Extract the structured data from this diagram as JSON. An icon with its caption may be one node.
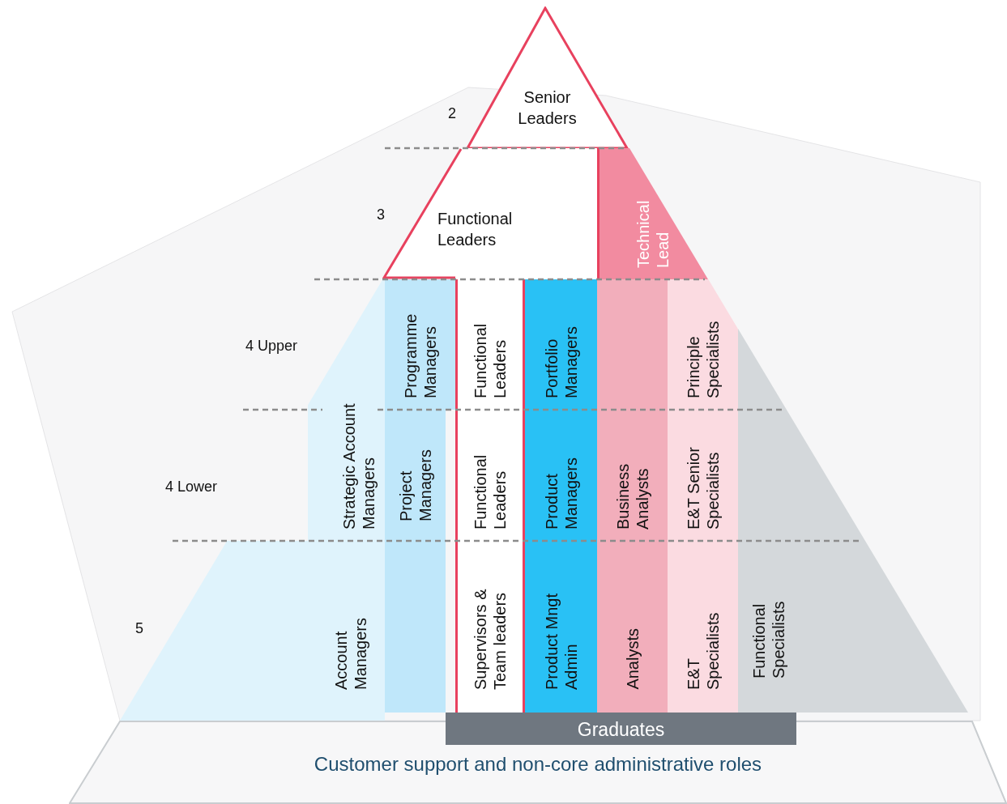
{
  "diagram": {
    "nodes": [
      {
        "text": [
          "Senior Leaders"
        ]
      },
      {
        "text": [
          "Functional Leaders"
        ]
      },
      {
        "text": [
          "Technical Lead"
        ]
      },
      {
        "text": [
          "Strategic Account Managers"
        ]
      },
      {
        "text": [
          "Programme Managers"
        ]
      },
      {
        "text": [
          "Functional Leaders"
        ]
      },
      {
        "text": [
          "Portfolio Managers"
        ]
      },
      {
        "text": [
          "Principle Specialists"
        ]
      },
      {
        "text": [
          "Project Managers"
        ]
      },
      {
        "text": [
          "Functional Leaders"
        ]
      },
      {
        "text": [
          "Product Managers"
        ]
      },
      {
        "text": [
          "Business Analysts"
        ]
      },
      {
        "text": [
          "E&T Senior Specialists"
        ]
      },
      {
        "text": [
          "Account Managers"
        ]
      },
      {
        "text": [
          "Supervisors & Team leaders"
        ]
      },
      {
        "text": [
          "Product Mngt Admin"
        ]
      },
      {
        "text": [
          "Analysts"
        ]
      },
      {
        "text": [
          "E&T Specialists"
        ]
      },
      {
        "text": [
          "Functional Specialists"
        ]
      },
      {
        "text": [
          "Graduates"
        ]
      },
      {
        "text": [
          "Customer support and non-core administrative roles"
        ]
      }
    ],
    "labels": [
      "2",
      "3",
      "4 Upper",
      "4 Lower",
      "5"
    ]
  }
}
